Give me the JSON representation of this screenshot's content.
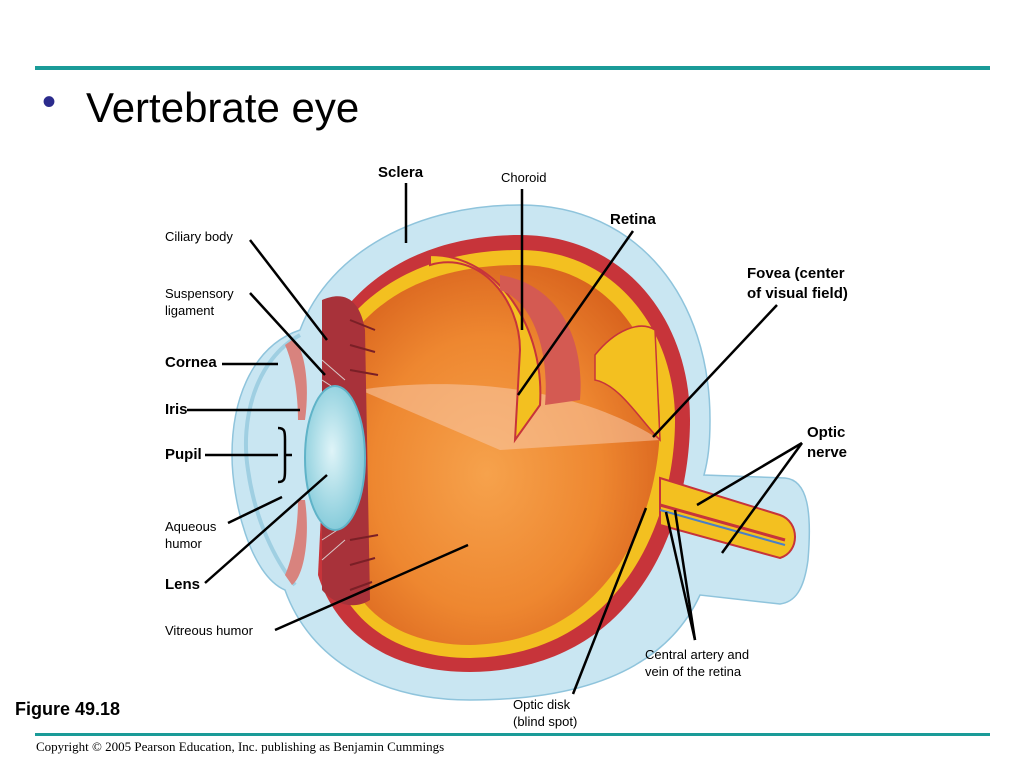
{
  "slide": {
    "bullet": "•",
    "title": "Vertebrate eye",
    "figure": "Figure 49.18",
    "copyright": "Copyright © 2005 Pearson Education, Inc. publishing as Benjamin Cummings"
  },
  "labels": {
    "sclera": "Sclera",
    "choroid": "Choroid",
    "retina": "Retina",
    "fovea_1": "Fovea (center",
    "fovea_2": "of visual field)",
    "ciliary": "Ciliary body",
    "suspensory_1": "Suspensory",
    "suspensory_2": "ligament",
    "cornea": "Cornea",
    "iris": "Iris",
    "pupil": "Pupil",
    "aqueous_1": "Aqueous",
    "aqueous_2": "humor",
    "lens": "Lens",
    "vitreous": "Vitreous humor",
    "optic_nerve_1": "Optic",
    "optic_nerve_2": "nerve",
    "central_1": "Central artery and",
    "central_2": "vein of the retina",
    "disk_1": "Optic disk",
    "disk_2": "(blind spot)"
  },
  "colors": {
    "rule": "#1a9b98",
    "bullet": "#2b2b8c",
    "sclera": "#c9e6f2",
    "choroid": "#c7343a",
    "retina": "#f3c020",
    "vitreous": "#ef8a2c",
    "lens": "#8fd4e2"
  }
}
